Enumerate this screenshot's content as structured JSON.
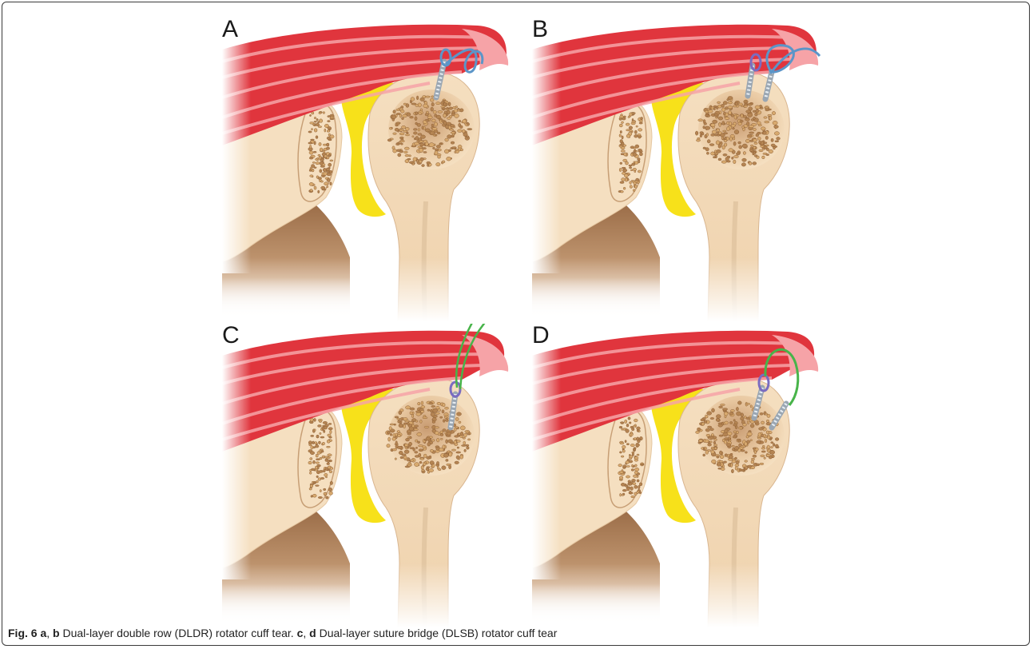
{
  "figure": {
    "panels": [
      {
        "letter": "A",
        "technique": "DLDR",
        "suture_color": "#5b95c8"
      },
      {
        "letter": "B",
        "technique": "DLDR",
        "suture_color": "#5b95c8"
      },
      {
        "letter": "C",
        "technique": "DLSB",
        "suture_color": "#48b44a"
      },
      {
        "letter": "D",
        "technique": "DLSB",
        "suture_color": "#48b44a"
      }
    ],
    "colors": {
      "muscle": "#e0353d",
      "muscle_light": "#f6a3a7",
      "cartilage": "#f7e11a",
      "bone": "#f5dfc0",
      "bone_shadow": "#c89f74",
      "cancellous": "#b48452"
    }
  },
  "caption": {
    "label": "Fig. 6",
    "a": "a",
    "sep1": ", ",
    "b": "b",
    "text1": " Dual-layer double row (DLDR) rotator cuff tear. ",
    "c": "c",
    "sep2": ", ",
    "d": "d",
    "text2": " Dual-layer suture bridge (DLSB) rotator cuff tear"
  }
}
